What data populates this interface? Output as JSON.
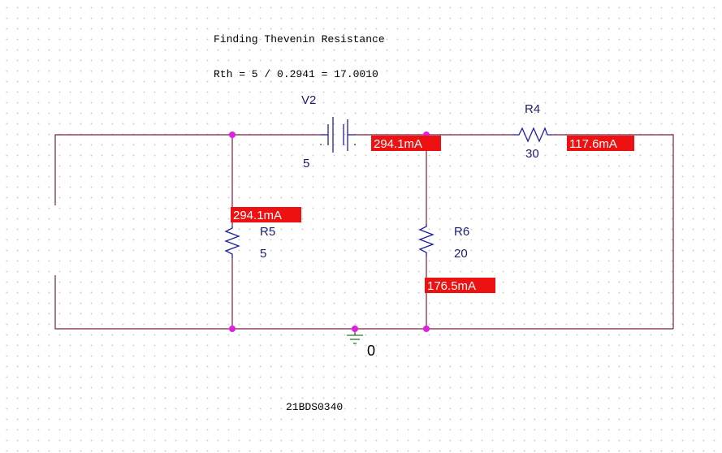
{
  "title": "Finding Thevenin Resistance",
  "formula": "Rth = 5 / 0.2941 = 17.0010",
  "footer_id": "21BDS0340",
  "colors": {
    "wire": "#7a1f3d",
    "node": "#e020e0",
    "component": "#1f1f9a",
    "current_bg": "#ee1111",
    "current_text": "#ffffff",
    "ground": "#2a7a2a"
  },
  "components": {
    "v2": {
      "name": "V2",
      "value": "5"
    },
    "r4": {
      "name": "R4",
      "value": "30"
    },
    "r5": {
      "name": "R5",
      "value": "5"
    },
    "r6": {
      "name": "R6",
      "value": "20"
    },
    "ground": {
      "name": "0"
    }
  },
  "currents": {
    "v2": "294.1mA",
    "r4": "117.6mA",
    "r5": "294.1mA",
    "r6": "176.5mA"
  }
}
